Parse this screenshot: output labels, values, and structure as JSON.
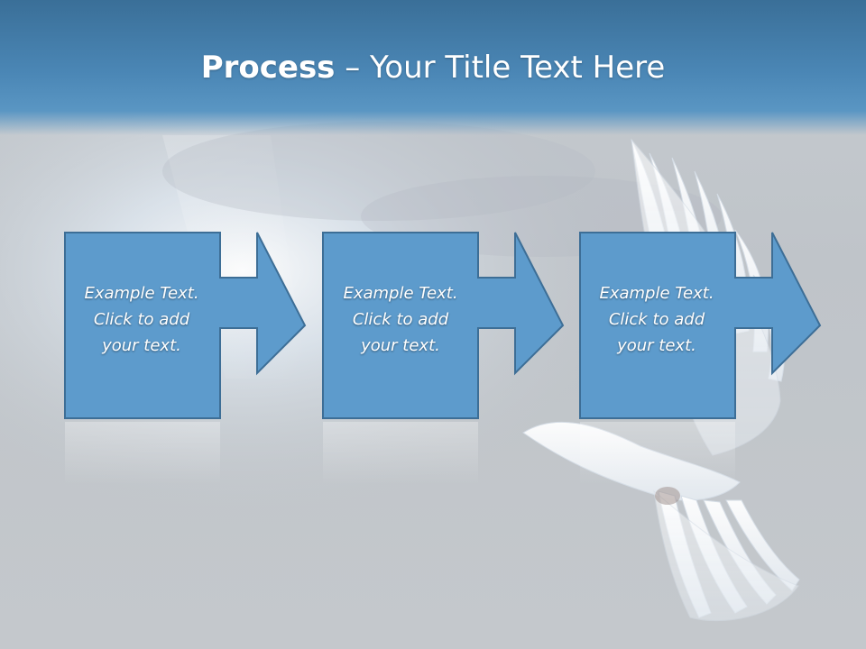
{
  "slide": {
    "title_bold": "Process",
    "title_rest": " – Your Title Text Here"
  },
  "steps": [
    {
      "lines": [
        "Example Text.",
        "Click  to add",
        "your text."
      ]
    },
    {
      "lines": [
        "Example Text.",
        "Click  to add",
        "your text."
      ]
    },
    {
      "lines": [
        "Example Text.",
        "Click  to add",
        "your text."
      ]
    }
  ],
  "colors": {
    "box_fill": "#5d9bcc",
    "box_stroke": "#3d6e96",
    "title_bar": "#4b87b6"
  }
}
